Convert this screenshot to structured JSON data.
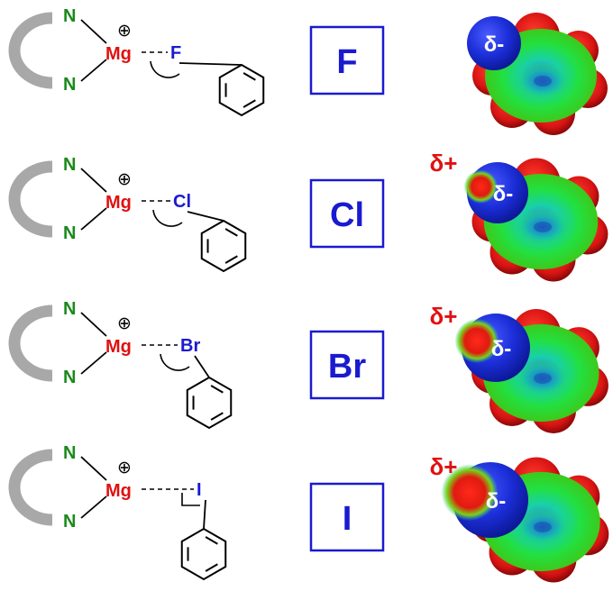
{
  "rows": [
    {
      "halogen": "F",
      "label": "F",
      "delta_plus": "",
      "delta_minus": "δ-",
      "angle_type": "arc"
    },
    {
      "halogen": "Cl",
      "label": "Cl",
      "delta_plus": "δ+",
      "delta_minus": "δ-",
      "angle_type": "arc"
    },
    {
      "halogen": "Br",
      "label": "Br",
      "delta_plus": "δ+",
      "delta_minus": "δ-",
      "angle_type": "arc"
    },
    {
      "halogen": "I",
      "label": "I",
      "delta_plus": "δ+",
      "delta_minus": "δ-",
      "angle_type": "right"
    }
  ],
  "atoms": {
    "nitrogen": "N",
    "metal": "Mg",
    "charge": "⊕"
  },
  "colors": {
    "nitrogen": "#1a8a1a",
    "metal": "#e01010",
    "halogen": "#1a1ad0",
    "box_border": "#1a1ad0",
    "delta_plus": "#e01010",
    "delta_minus": "#ffffff",
    "ligand_arc": "#a8a8a8",
    "bond": "#000000"
  }
}
